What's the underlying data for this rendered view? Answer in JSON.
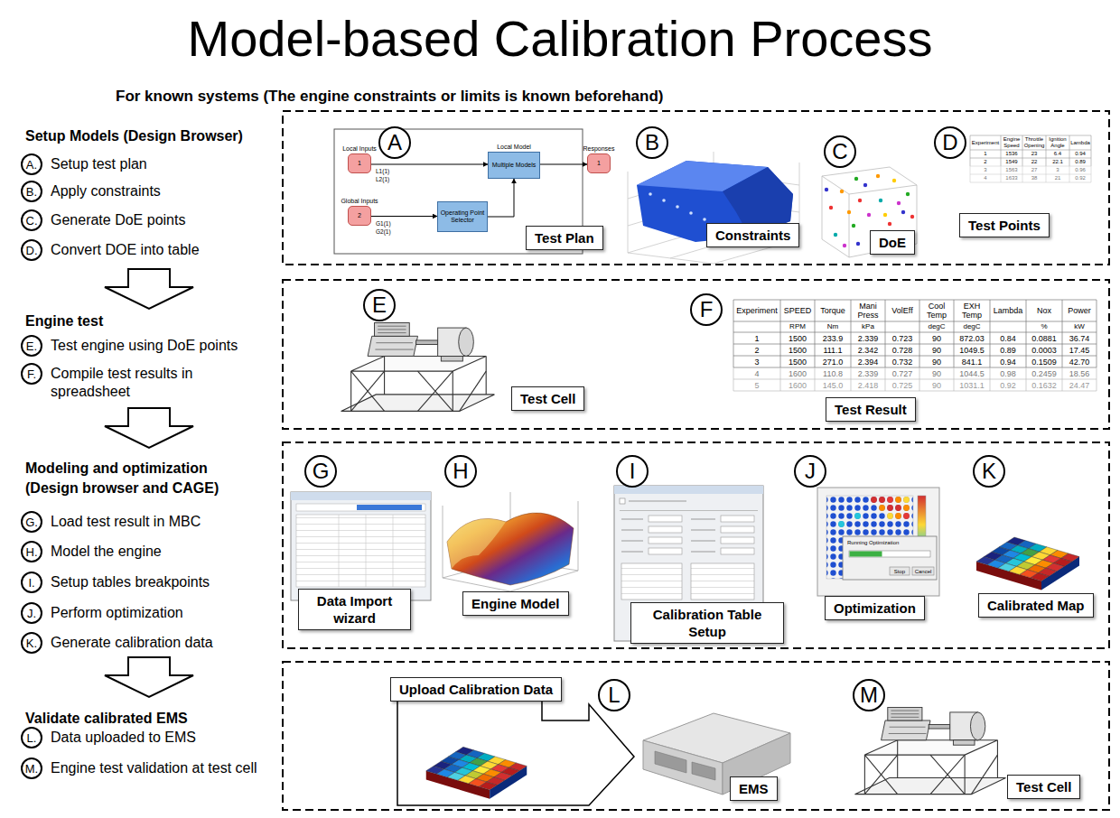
{
  "diagram": {
    "title": "Model-based Calibration Process",
    "nodes": [
      {
        "text": [
          "A."
        ]
      },
      {
        "text": [
          "B."
        ]
      },
      {
        "text": [
          "C."
        ]
      },
      {
        "text": [
          "D."
        ]
      },
      {
        "text": [
          "E."
        ]
      },
      {
        "text": [
          "F."
        ]
      },
      {
        "text": [
          "G."
        ]
      },
      {
        "text": [
          "H."
        ]
      },
      {
        "text": [
          "I."
        ]
      },
      {
        "text": [
          "J."
        ]
      },
      {
        "text": [
          "K."
        ]
      },
      {
        "text": [
          "L."
        ]
      },
      {
        "text": [
          "M."
        ]
      },
      {
        "text": [
          "A"
        ]
      },
      {
        "text": [
          "Local Inputs",
          "1"
        ]
      },
      {
        "text": [
          "Global Inputs",
          "2"
        ]
      },
      {
        "text": [
          "Local Model",
          "Multiple Models"
        ]
      },
      {
        "text": [
          "Operating Point Selector"
        ]
      },
      {
        "text": [
          "Responses",
          "1"
        ]
      },
      {
        "text": [
          "Test Plan"
        ]
      },
      {
        "text": [
          "B"
        ]
      },
      {
        "text": [
          "Constraints"
        ]
      },
      {
        "text": [
          "C"
        ]
      },
      {
        "text": [
          "DoE"
        ]
      },
      {
        "text": [
          "D"
        ]
      },
      {
        "text": [
          "Test Points"
        ]
      },
      {
        "text": [
          "E"
        ]
      },
      {
        "text": [
          "Test Cell"
        ]
      },
      {
        "text": [
          "F"
        ]
      },
      {
        "text": [
          "Test Result"
        ]
      },
      {
        "text": [
          "G"
        ]
      },
      {
        "text": [
          "Data Import wizard"
        ]
      },
      {
        "text": [
          "H"
        ]
      },
      {
        "text": [
          "Engine Model"
        ]
      },
      {
        "text": [
          "I"
        ]
      },
      {
        "text": [
          "Calibration Table Setup"
        ]
      },
      {
        "text": [
          "J"
        ]
      },
      {
        "text": [
          "Optimization"
        ]
      },
      {
        "text": [
          "K"
        ]
      },
      {
        "text": [
          "Calibrated Map"
        ]
      },
      {
        "text": [
          "Upload Calibration Data"
        ]
      },
      {
        "text": [
          "L"
        ]
      },
      {
        "text": [
          "EMS"
        ]
      },
      {
        "text": [
          "M"
        ]
      },
      {
        "text": [
          "Test Cell"
        ]
      }
    ],
    "edges": [
      {
        "from": 14,
        "to": 16,
        "arrow": "to"
      },
      {
        "from": 15,
        "to": 17,
        "arrow": "to"
      },
      {
        "from": 17,
        "to": 16,
        "arrow": "to"
      },
      {
        "from": 16,
        "to": 18,
        "arrow": "to"
      }
    ],
    "labels": [
      "For known systems (The engine constraints or limits is known beforehand)",
      "Setup Models (Design Browser)",
      "Setup test plan",
      "Apply constraints",
      "Generate DoE points",
      "Convert DOE into table",
      "Engine test",
      "Test engine using DoE points",
      "Compile test results in spreadsheet",
      "Modeling and optimization (Design browser and CAGE)",
      "Load test result in MBC",
      "Model the engine",
      "Setup tables breakpoints",
      "Perform optimization",
      "Generate calibration data",
      "Validate calibrated EMS",
      "Data uploaded to EMS",
      "Engine test validation at test cell",
      "L1(1)",
      "L2(1)",
      "G1(1)",
      "G2(1)",
      "Experiment",
      "Engine Speed",
      "Throttle Opening",
      "Ignition Angle",
      "Lambda",
      "1",
      "1536",
      "23",
      "6.4",
      "0.94",
      "2",
      "1549",
      "22",
      "22.1",
      "0.89",
      "3",
      "1563",
      "27",
      "3",
      "0.96",
      "4",
      "1633",
      "38",
      "21",
      "0.92",
      "Experiment",
      "SPEED",
      "Torque",
      "Mani Press",
      "VolEff",
      "Cool Temp",
      "EXH Temp",
      "Lambda",
      "Nox",
      "Power",
      "RPM",
      "Nm",
      "kPa",
      "degC",
      "degC",
      "%",
      "kW",
      "1",
      "1500",
      "233.9",
      "2.339",
      "0.723",
      "90",
      "872.03",
      "0.84",
      "0.0881",
      "36.74",
      "2",
      "1500",
      "111.1",
      "2.342",
      "0.728",
      "90",
      "1049.5",
      "0.89",
      "0.0003",
      "17.45",
      "3",
      "1500",
      "271.0",
      "2.394",
      "0.732",
      "90",
      "841.1",
      "0.94",
      "0.1509",
      "42.70",
      "4",
      "1600",
      "110.8",
      "2.339",
      "0.727",
      "90",
      "1044.5",
      "0.98",
      "0.2459",
      "18.56",
      "5",
      "1600",
      "145.0",
      "2.418",
      "0.725",
      "90",
      "1031.1",
      "0.92",
      "0.1632",
      "24.47",
      "Running Optimization",
      "Stop",
      "Cancel"
    ]
  }
}
